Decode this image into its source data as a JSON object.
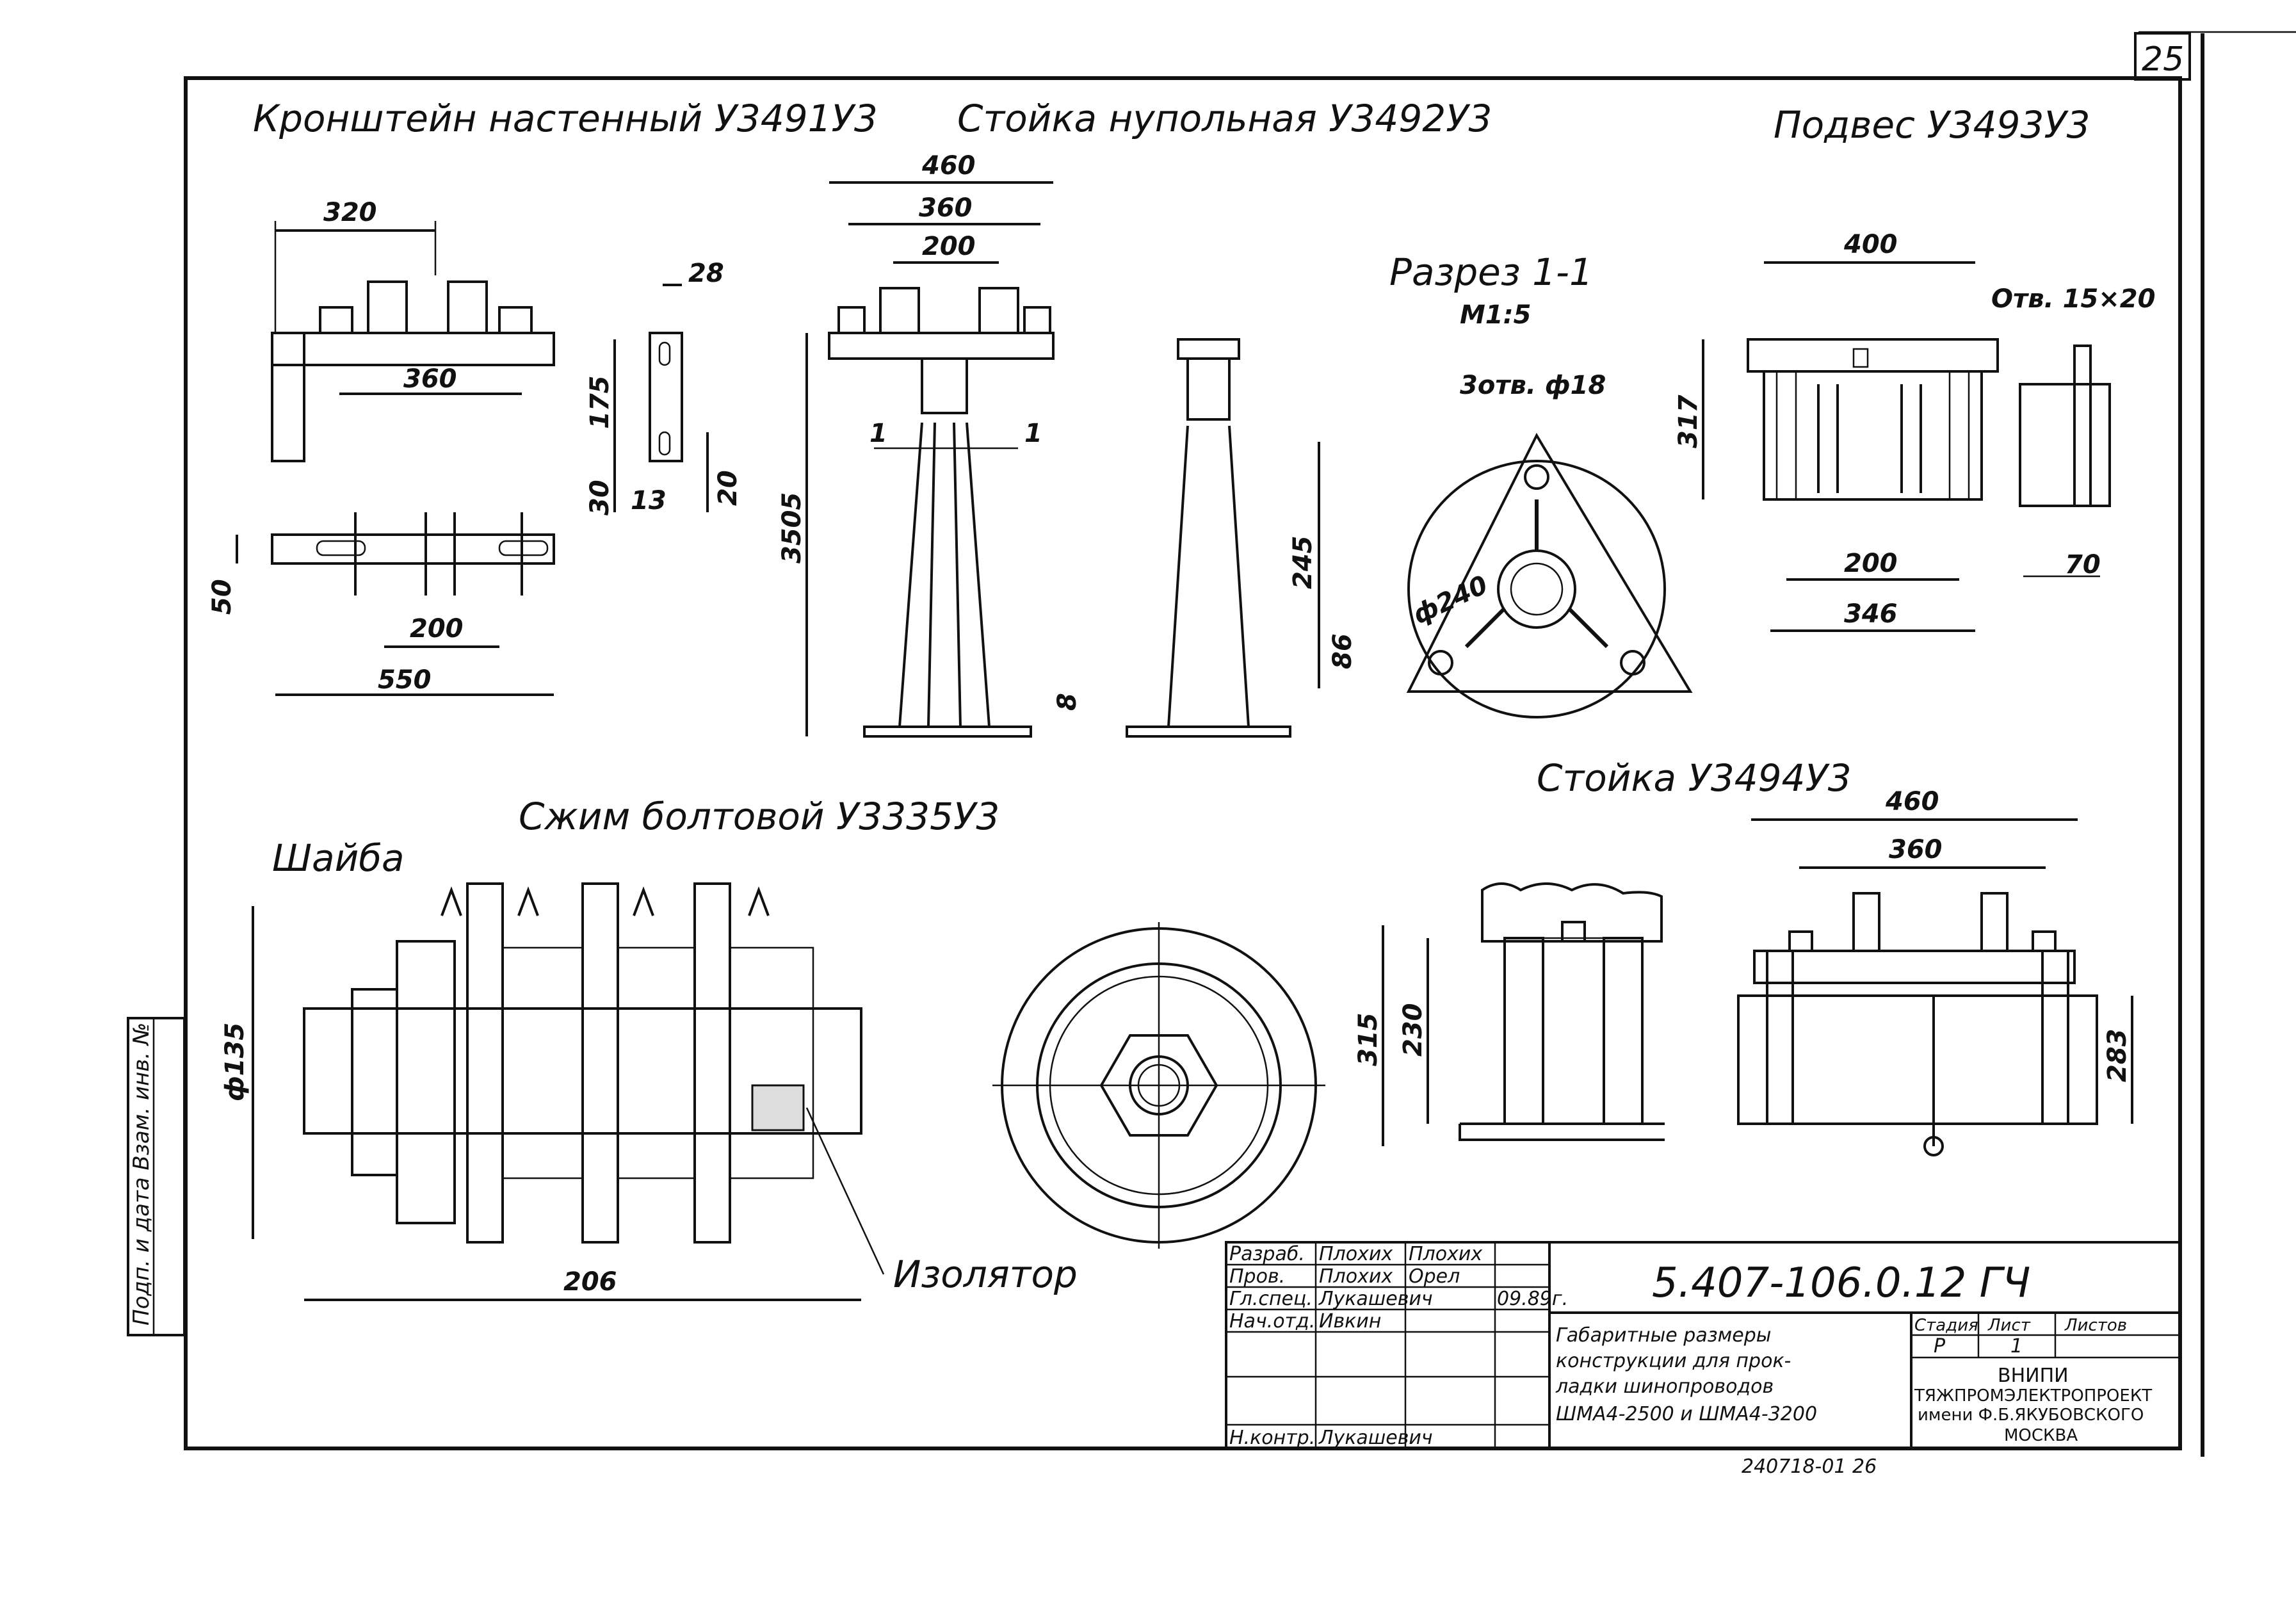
{
  "sheet_number": "25",
  "titles": {
    "bracket": "Кронштейн настенный У3491У3",
    "floor_post": "Стойка нупольная У3492У3",
    "hanger": "Подвес У3493У3",
    "section": "Разрез 1-1",
    "section_scale": "М1:5",
    "clamp": "Сжим болтовой У3335У3",
    "post": "Стойка У3494У3"
  },
  "bracket_dims": {
    "d320": "320",
    "d360": "360",
    "d28": "28",
    "d175": "175",
    "d30": "30",
    "d13": "13",
    "d20": "20",
    "d50": "50",
    "d200": "200",
    "d550": "550"
  },
  "floor_post_dims": {
    "d460": "460",
    "d360": "360",
    "d200": "200",
    "d3505": "3505",
    "d8": "8",
    "cut_mark": "1"
  },
  "section_dims": {
    "holes": "3отв. ф18",
    "d245": "245",
    "d86": "86",
    "d240": "ф240"
  },
  "hanger_dims": {
    "d400": "400",
    "holes": "Отв. 15×20",
    "d317": "317",
    "d200": "200",
    "d346": "346",
    "d70": "70"
  },
  "clamp_labels": {
    "washer": "Шайба",
    "insulator": "Изолятор",
    "d135": "ф135",
    "d206": "206"
  },
  "post_dims": {
    "d460": "460",
    "d360": "360",
    "d315": "315",
    "d230": "230",
    "d283": "283"
  },
  "side_stamp": "Подп. и дата  Взам. инв. №",
  "title_block": {
    "rows": [
      {
        "role": "Разраб.",
        "name": "Плохих",
        "sign": "Плохих",
        "date": ""
      },
      {
        "role": "Пров.",
        "name": "Плохих",
        "sign": "Орел",
        "date": ""
      },
      {
        "role": "Гл.спец.",
        "name": "Лукашевич",
        "sign": "",
        "date": "09.89г."
      },
      {
        "role": "Нач.отд.",
        "name": "Ивкин",
        "sign": "",
        "date": ""
      },
      {
        "role": "",
        "name": "",
        "sign": "",
        "date": ""
      },
      {
        "role": "",
        "name": "",
        "sign": "",
        "date": ""
      },
      {
        "role": "Н.контр.",
        "name": "Лукашевич",
        "sign": "",
        "date": ""
      }
    ],
    "doc_code": "5.407-106.0.12 ГЧ",
    "description": [
      "Габаритные размеры",
      "конструкции для прок-",
      "ладки шинопроводов",
      "ШМА4-2500 и ШМА4-3200"
    ],
    "stage_label": "Стадия",
    "sheet_label": "Лист",
    "sheets_label": "Листов",
    "stage": "Р",
    "sheet": "1",
    "org": [
      "ВНИПИ",
      "ТЯЖПРОМЭЛЕКТРОПРОЕКТ",
      "имени Ф.Б.ЯКУБОВСКОГО",
      "МОСКВА"
    ],
    "bottom_code": "240718-01   26"
  }
}
